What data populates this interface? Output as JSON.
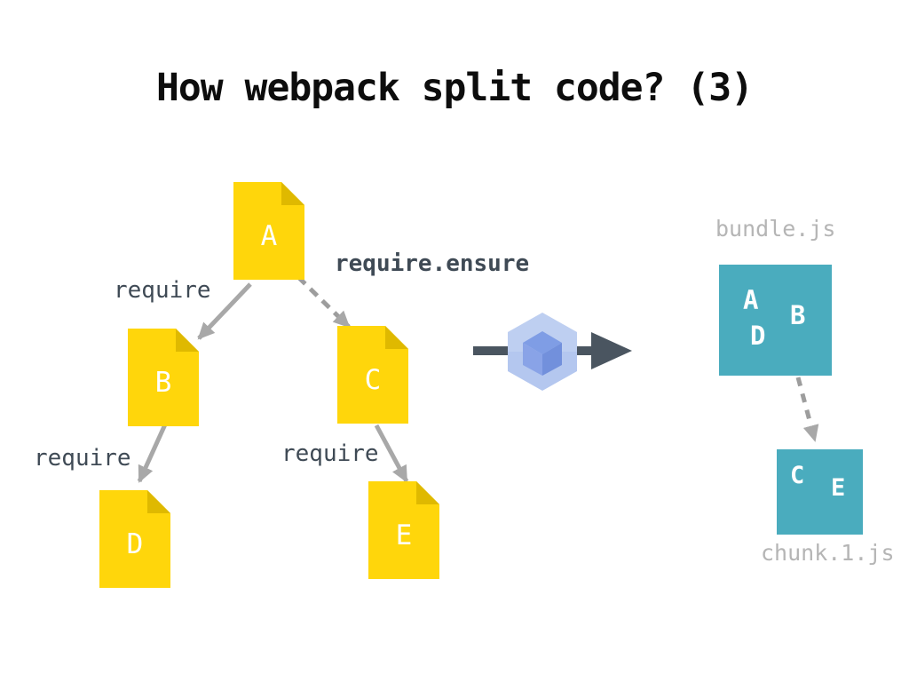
{
  "title": "How webpack split code? (3)",
  "graph": {
    "modules": [
      {
        "id": "A"
      },
      {
        "id": "B"
      },
      {
        "id": "C"
      },
      {
        "id": "D"
      },
      {
        "id": "E"
      }
    ],
    "edges": [
      {
        "from": "A",
        "to": "B",
        "label": "require",
        "style": "solid"
      },
      {
        "from": "A",
        "to": "C",
        "label": "require.ensure",
        "style": "dashed"
      },
      {
        "from": "B",
        "to": "D",
        "label": "require",
        "style": "solid"
      },
      {
        "from": "C",
        "to": "E",
        "label": "require",
        "style": "solid"
      }
    ]
  },
  "icons": {
    "bundler": "webpack-cube-icon",
    "flow": "arrow-right-icon"
  },
  "output": {
    "bundles": [
      {
        "filename": "bundle.js",
        "modules": [
          "A",
          "B",
          "D"
        ]
      },
      {
        "filename": "chunk.1.js",
        "modules": [
          "C",
          "E"
        ]
      }
    ],
    "link": {
      "from": "bundle.js",
      "to": "chunk.1.js",
      "style": "dashed"
    }
  },
  "colors": {
    "module_yellow": "#ffd60b",
    "module_fold": "#dfb900",
    "bundle_teal": "#4aacbe",
    "edge_gray": "#a8a8a8",
    "edge_label_text": "#3f4a55",
    "filename_gray": "#b5b5b5",
    "flow_arrow_dark": "#4a5560",
    "webpack_hex_outer": "#b4c7ef",
    "webpack_cube_blue": "#7d9be4",
    "title_text": "#0d0d0d"
  }
}
